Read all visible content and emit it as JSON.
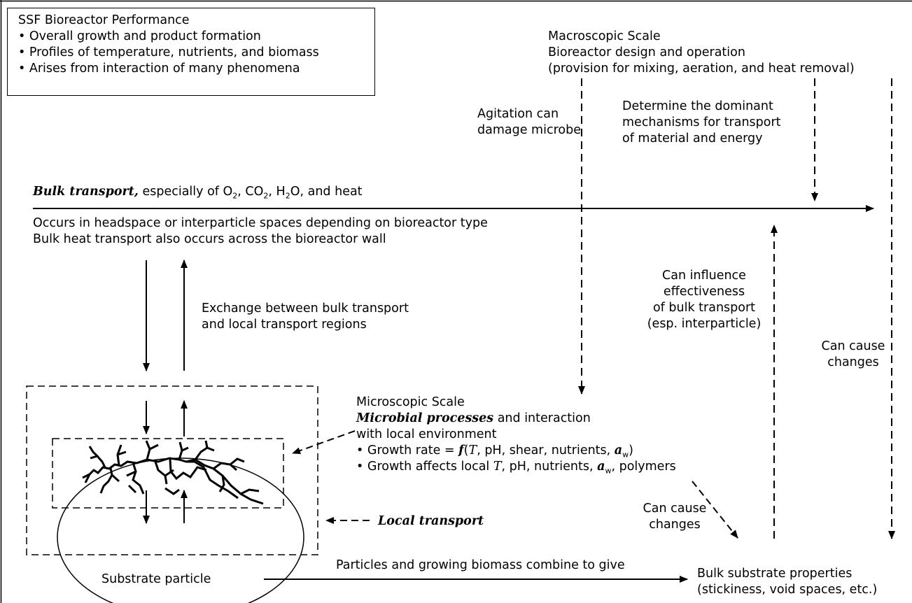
{
  "performance_box": {
    "title": "SSF Bioreactor Performance",
    "items": [
      "Overall growth and product formation",
      "Profiles of temperature, nutrients, and biomass",
      "Arises from interaction of many phenomena"
    ]
  },
  "macroscopic": {
    "line1": "Macroscopic Scale",
    "line2": "Bioreactor design and operation",
    "line3": "(provision for mixing, aeration, and heat removal)"
  },
  "agitation": {
    "line1": "Agitation can",
    "line2": "damage microbe"
  },
  "dominant": {
    "line1": "Determine the dominant",
    "line2": "mechanisms for transport",
    "line3": "of material and energy"
  },
  "bulk_transport": {
    "emph": "Bulk transport,",
    "rest": " especially of O",
    "o2_sub": "2",
    "co2": ", CO",
    "co2_sub": "2",
    "h2o_h": ", H",
    "h2o_sub": "2",
    "h2o_o": "O, and heat",
    "occurs1": "Occurs in headspace or interparticle spaces depending on bioreactor type",
    "occurs2": "Bulk heat transport also occurs across the bioreactor wall"
  },
  "exchange": {
    "line1": "Exchange between bulk transport",
    "line2": "and local transport regions"
  },
  "influence": {
    "line1": "Can influence",
    "line2": "effectiveness",
    "line3": "of bulk transport",
    "line4": "(esp. interparticle)"
  },
  "cause_right": {
    "line1": "Can cause",
    "line2": "changes"
  },
  "microscopic": {
    "line1": "Microscopic Scale",
    "emph": "Microbial processes",
    "line2_rest": " and interaction",
    "line3": "with local environment",
    "bullet1_a": "• Growth rate = ",
    "bullet1_f": "f",
    "bullet1_b": "(",
    "bullet1_T": "T",
    "bullet1_c": ", pH, shear, nutrients, ",
    "bullet1_a_w": "a",
    "bullet1_w": "w",
    "bullet1_d": ")",
    "bullet2_a": "• Growth affects local ",
    "bullet2_T": "T",
    "bullet2_b": ", pH, nutrients, ",
    "bullet2_a_w": "a",
    "bullet2_w": "w",
    "bullet2_c": ", polymers"
  },
  "cause_middle": {
    "line1": "Can cause",
    "line2": "changes"
  },
  "local_transport": "Local transport",
  "substrate_particle": "Substrate particle",
  "combine": "Particles and growing biomass combine to give",
  "bulk_substrate": {
    "line1": "Bulk substrate properties",
    "line2": "(stickiness, void spaces, etc.)"
  }
}
